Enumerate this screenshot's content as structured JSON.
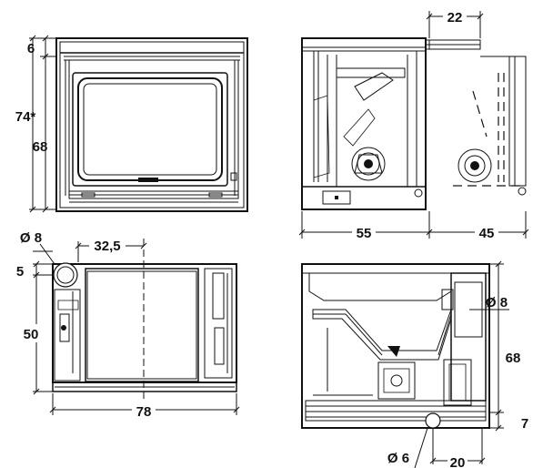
{
  "views": {
    "front": {
      "dim_top": "6",
      "dim_total": "74*",
      "dim_body": "68"
    },
    "side": {
      "dim_pipe": "22",
      "dim_depth": "55",
      "dim_extension": "45"
    },
    "top": {
      "dim_flue_diameter": "Ø 8",
      "dim_flue_offset": "32,5",
      "dim_edge": "5",
      "dim_depth": "50",
      "dim_width": "78"
    },
    "back": {
      "dim_inlet_diameter": "Ø 8",
      "dim_height": "68",
      "dim_bottom": "7",
      "dim_air_diameter": "Ø 6",
      "dim_air_offset": "20"
    }
  }
}
